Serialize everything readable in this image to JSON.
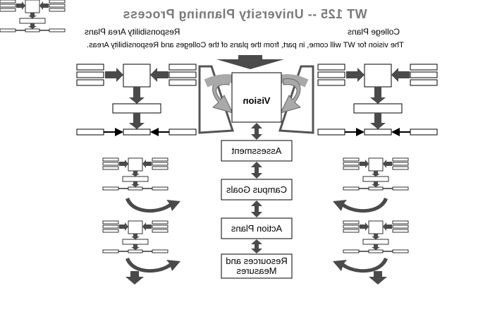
{
  "title": "WT 125 -- University Planning Process",
  "labels": {
    "left_group": "Responsibility Area Plans",
    "right_group": "College Plans",
    "note": "The vision for WT will come, in part, from the plans of the Colleges and Responsibility Areas."
  },
  "steps": {
    "vision": "Vision",
    "assessment": "Assessment",
    "campus_goals": "Campus Goals",
    "action_plans": "Action Plans",
    "resources_line1": "Resources and",
    "resources_line2": "Measures"
  },
  "colors": {
    "title": "#7a7a7a",
    "arrow_dark": "#4a4a4a",
    "arrow_light": "#a9a9a9",
    "box_border": "#000000"
  }
}
